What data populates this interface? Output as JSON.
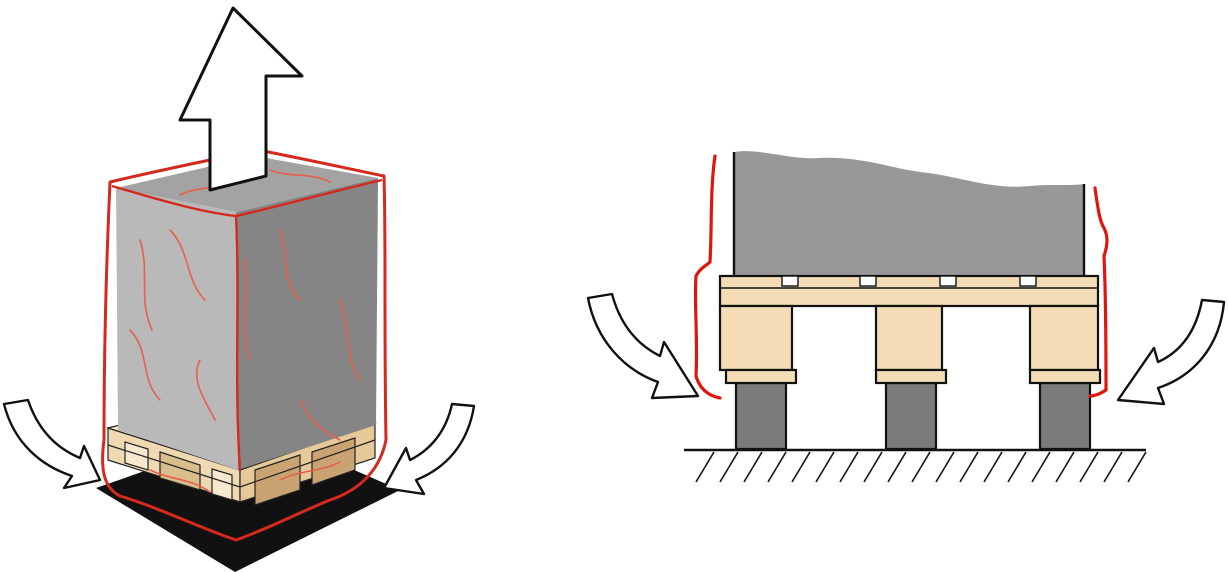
{
  "figure": {
    "panels": [
      {
        "id": "left",
        "depicts": [
          "pallet-load",
          "stretch-hood-film",
          "lift-arrow",
          "inward-arrows"
        ],
        "colors": {
          "film": "#d42a1e",
          "load_front": "#b9b9b9",
          "load_side": "#858585",
          "load_top": "#a3a3a3",
          "pallet_wood": "#efd9b2",
          "shadow": "#111111"
        }
      },
      {
        "id": "right",
        "depicts": [
          "pallet-cross-section",
          "stretch-hood-film",
          "inward-arrows",
          "ground-hatching"
        ],
        "colors": {
          "film": "#e0160e",
          "load": "#989898",
          "pallet_wood": "#f4dcb6",
          "legs": "#7b7b7b",
          "ground": "#111111"
        }
      }
    ]
  }
}
